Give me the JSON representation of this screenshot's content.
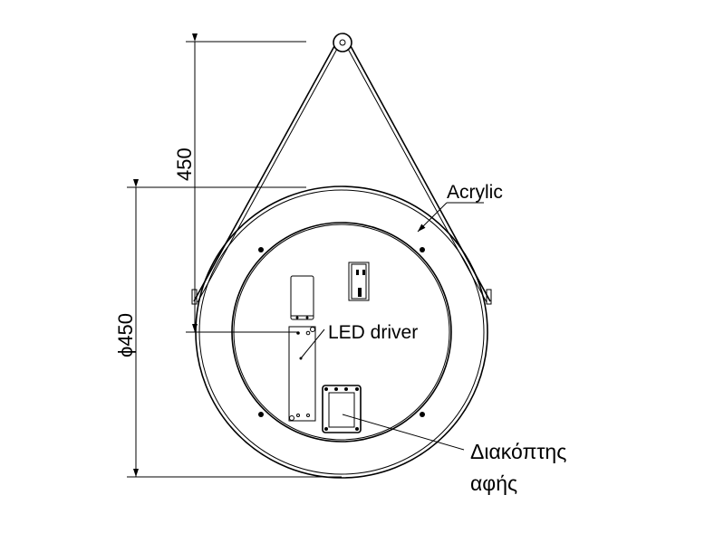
{
  "dimensions": {
    "hanger_height": "450",
    "diameter": "ϕ450"
  },
  "labels": {
    "acrylic": "Acrylic",
    "led_driver": "LED driver",
    "switch_line1": "Διακόπτης",
    "switch_line2": "αφής"
  }
}
